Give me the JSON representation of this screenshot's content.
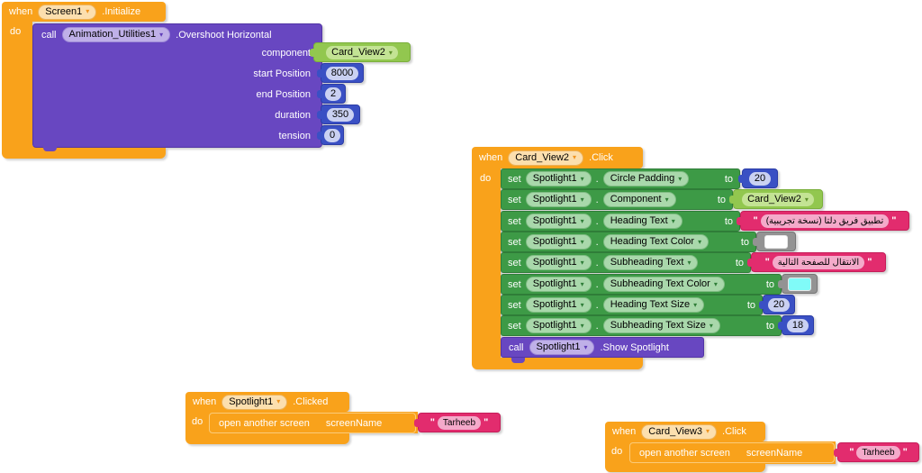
{
  "ui": {
    "when_label": "when",
    "do_label": "do",
    "set_label": "set",
    "call_label": "call",
    "to_label": "to",
    "dot": ".",
    "quote": "\"",
    "dropdown_glyph": "▾"
  },
  "colors": {
    "event_orange": "#F9A21B",
    "set_green": "#3D9A46",
    "call_purple": "#6847C1",
    "number_blue": "#3A50C4",
    "component_lime": "#92C74F",
    "text_pink": "#E22C6E",
    "color_block_gray": "#939393",
    "heading_text_color_value": "#FFFFFF",
    "subheading_text_color_value": "#80FBF8"
  },
  "blocks": {
    "screen1_initialize": {
      "event": {
        "component": "Screen1",
        "suffix": ".Initialize"
      },
      "call": {
        "component": "Animation_Utilities1",
        "method": ".Overshoot Horizontal"
      },
      "params": [
        {
          "label": "component",
          "value": "Card_View2"
        },
        {
          "label": "start Position",
          "value": "8000"
        },
        {
          "label": "end Position",
          "value": "2"
        },
        {
          "label": "duration",
          "value": "350"
        },
        {
          "label": "tension",
          "value": "0"
        }
      ]
    },
    "card_view2_click": {
      "event": {
        "component": "Card_View2",
        "suffix": ".Click"
      },
      "target_component": "Spotlight1",
      "set_rows": [
        {
          "property": "Circle Padding",
          "value": "20",
          "value_type": "number"
        },
        {
          "property": "Component",
          "value": "Card_View2",
          "value_type": "component"
        },
        {
          "property": "Heading Text",
          "value": "تطبيق فريق دلتا (نسخة تجريبية)",
          "value_type": "text"
        },
        {
          "property": "Heading Text Color",
          "value": "#FFFFFF",
          "value_type": "color"
        },
        {
          "property": "Subheading Text",
          "value": "الانتقال للصفحة التالية",
          "value_type": "text"
        },
        {
          "property": "Subheading Text Color",
          "value": "#80FBF8",
          "value_type": "color"
        },
        {
          "property": "Heading Text Size",
          "value": "20",
          "value_type": "number"
        },
        {
          "property": "Subheading Text Size",
          "value": "18",
          "value_type": "number"
        }
      ],
      "call": {
        "component": "Spotlight1",
        "method": ".Show Spotlight"
      }
    },
    "spotlight1_clicked": {
      "event": {
        "component": "Spotlight1",
        "suffix": ".Clicked"
      },
      "action": {
        "label": "open another screen",
        "param": "screenName",
        "value": "Tarheeb"
      }
    },
    "card_view3_click": {
      "event": {
        "component": "Card_View3",
        "suffix": ".Click"
      },
      "action": {
        "label": "open another screen",
        "param": "screenName",
        "value": "Tarheeb"
      }
    }
  }
}
